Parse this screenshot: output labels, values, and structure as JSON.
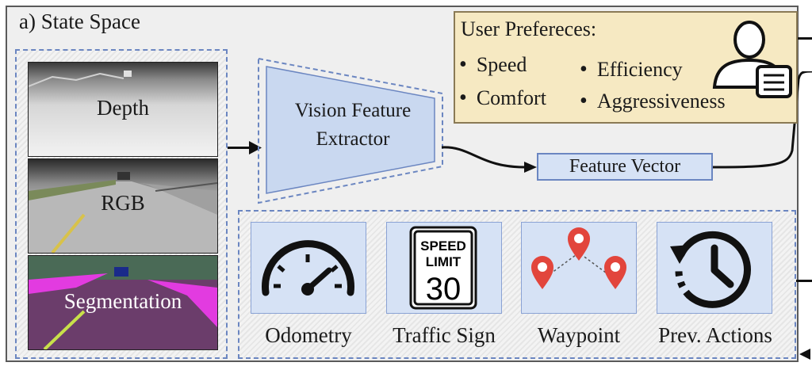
{
  "panel": {
    "title": "a) State Space"
  },
  "images": [
    {
      "label": "Depth"
    },
    {
      "label": "RGB"
    },
    {
      "label": "Segmentation"
    }
  ],
  "extractor": {
    "line1": "Vision Feature",
    "line2": "Extractor"
  },
  "user_preferences": {
    "title": "User Prefereces:",
    "items": [
      "Speed",
      "Comfort",
      "Efficiency",
      "Aggressiveness"
    ],
    "icon": "user-settings-icon"
  },
  "feature_vector": {
    "label": "Feature Vector"
  },
  "inputs": [
    {
      "label": "Odometry",
      "icon": "speedometer-icon"
    },
    {
      "label": "Traffic Sign",
      "icon": "speed-limit-sign-icon",
      "sign_line1": "SPEED",
      "sign_line2": "LIMIT",
      "sign_value": "30"
    },
    {
      "label": "Waypoint",
      "icon": "waypoint-pins-icon"
    },
    {
      "label": "Prev. Actions",
      "icon": "history-clock-icon"
    }
  ],
  "colors": {
    "accent_blue": "#6b86c1",
    "card_fill": "#d6e2f5",
    "pref_fill": "#f6e9c2",
    "pin_red": "#e2453c",
    "seg_magenta": "#e23be0"
  }
}
